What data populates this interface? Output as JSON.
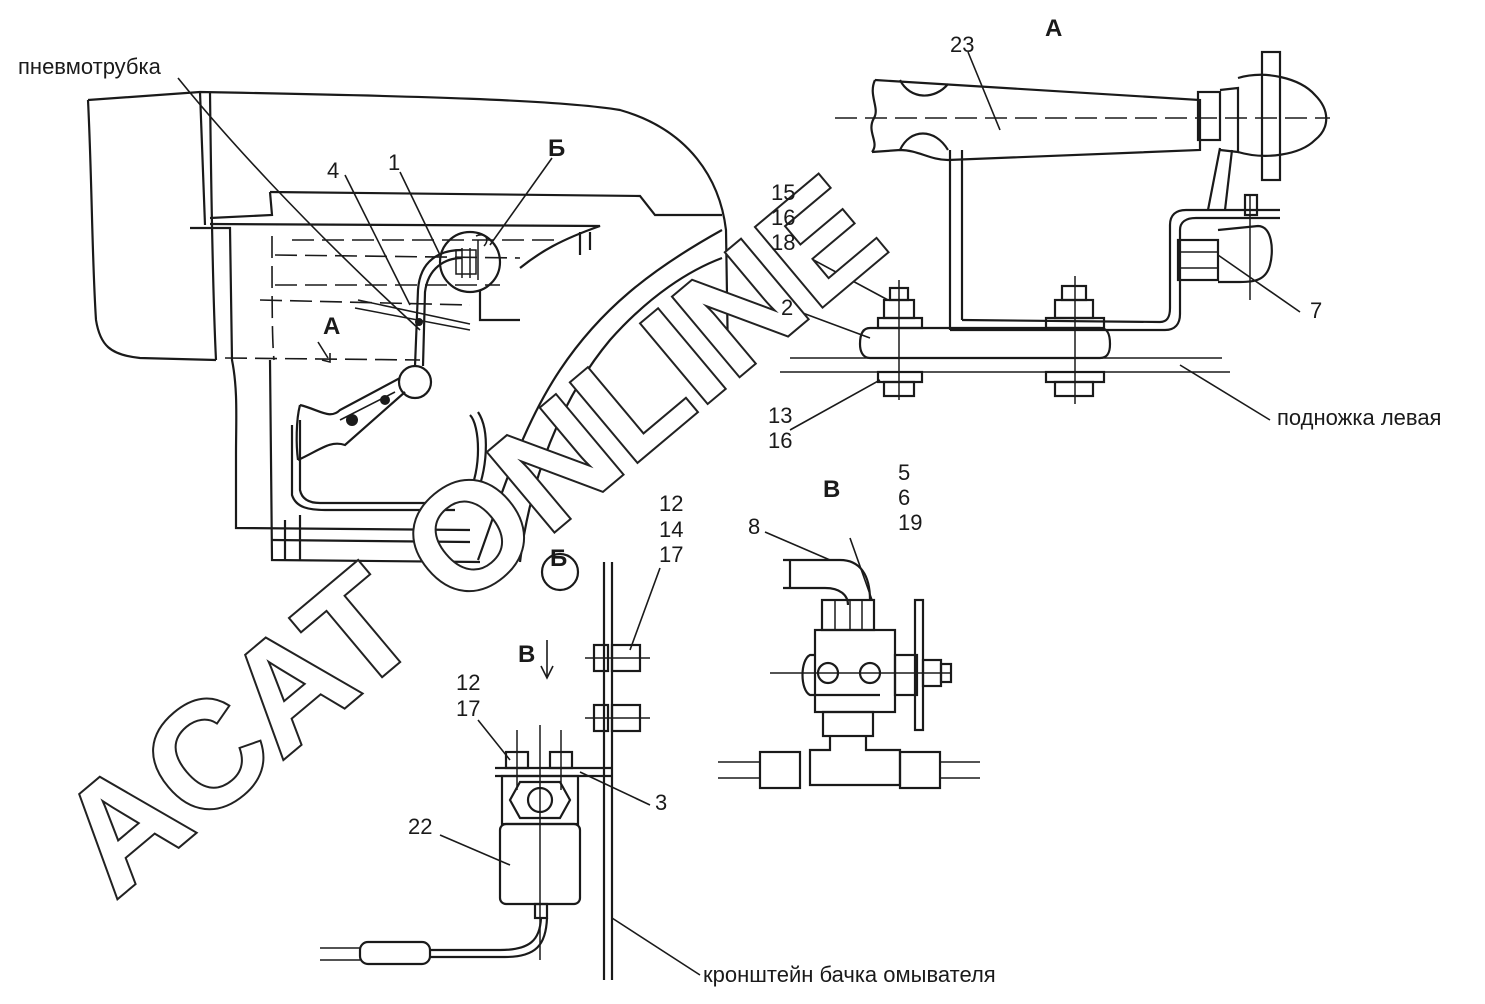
{
  "labels": {
    "pneumotube": "пневмотрубка",
    "left_step": "подножка левая",
    "washer_bracket": "кронштейн бачка омывателя"
  },
  "view_letters": {
    "a_main": "А",
    "a_detail": "А",
    "b_main": "Б",
    "b_circle": "Б",
    "v_detail": "В",
    "v_arrow": "В"
  },
  "callouts": {
    "n1": "1",
    "n4": "4",
    "n23": "23",
    "n15": "15",
    "n16a": "16",
    "n18": "18",
    "n2": "2",
    "n7": "7",
    "n13": "13",
    "n16b": "16",
    "n5": "5",
    "n6": "6",
    "n19": "19",
    "n8": "8",
    "n12a": "12",
    "n14": "14",
    "n17a": "17",
    "n12b": "12",
    "n17b": "17",
    "n3": "3",
    "n22": "22"
  },
  "watermark": "ACAT ONLINE"
}
